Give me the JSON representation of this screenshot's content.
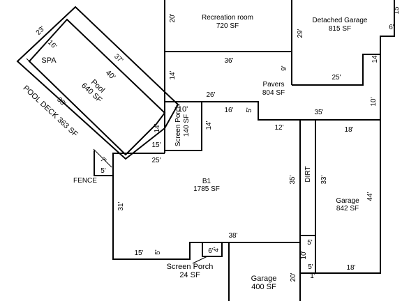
{
  "areas": {
    "recreation_room": {
      "name": "Recreation room",
      "area": "720 SF"
    },
    "detached_garage": {
      "name": "Detached Garage",
      "area": "815 SF"
    },
    "pavers": {
      "name": "Pavers",
      "area": "804 SF"
    },
    "pool": {
      "name": "Pool",
      "area": "640 SF"
    },
    "spa": {
      "name": "SPA"
    },
    "pool_deck": {
      "name": "POOL DECK 363 SF"
    },
    "screen_porch_upper": {
      "name": "Screen Porch",
      "area": "140 SF"
    },
    "b1": {
      "name": "B1",
      "area": "1785 SF"
    },
    "dirt": {
      "name": "DIRT"
    },
    "garage_right": {
      "name": "Garage",
      "area": "842 SF"
    },
    "screen_porch_lower": {
      "name": "Screen Porch",
      "area": "24 SF"
    },
    "garage_bottom": {
      "name": "Garage",
      "area": "400 SF"
    },
    "fence": {
      "name": "FENCE"
    }
  },
  "dimensions": {
    "rec_left": "20'",
    "rec_bottom": "36'",
    "rec_right": "9'",
    "det_left": "29'",
    "det_right_top": "15'",
    "det_right_mid": "6'",
    "det_right_low": "14'",
    "det_bottom": "25'",
    "pav_right": "10'",
    "pav_bottom": "35'",
    "pav_left": "14'",
    "pav_top_left": "26'",
    "pav_step_top": "16'",
    "pav_step_v": "5'",
    "sp_top": "10'",
    "sp_left": "14'",
    "sp_right": "14'",
    "sp_bottom": "15'",
    "b1_top_left": "25'",
    "b1_top_right": "12'",
    "b1_left": "31'",
    "b1_bottom_left": "15'",
    "b1_bottom_v": "5'",
    "b1_bottom": "38'",
    "b1_right": "35'",
    "gr_top": "18'",
    "gr_left": "33'",
    "gr_right": "44'",
    "gr_bottom": "18'",
    "dirt_bottom": "5'",
    "gr_step_v": "10'",
    "gr_step_h": "5'",
    "gr_step_small": "1'",
    "gb_left": "20'",
    "spl_w": "6'",
    "spl_h": "4'",
    "fence_w": "5'",
    "fence_h": "7'",
    "pool_long": "37'",
    "pool_short": "40'",
    "pool_small": "16'",
    "deck_top": "23'",
    "deck_left": "33'"
  }
}
